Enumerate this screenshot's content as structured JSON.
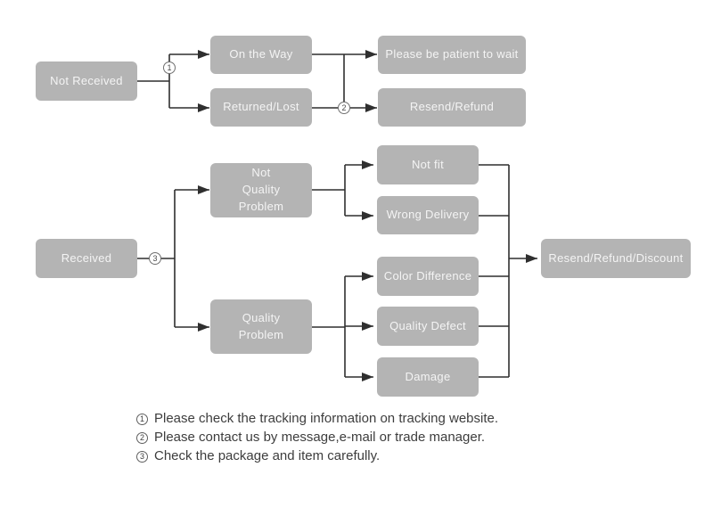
{
  "diagram": {
    "nodes": {
      "not_received": {
        "label": "Not Received"
      },
      "on_the_way": {
        "label": "On the Way"
      },
      "returned_lost": {
        "label": "Returned/Lost"
      },
      "please_wait": {
        "label": "Please be patient to wait"
      },
      "resend_refund": {
        "label": "Resend/Refund"
      },
      "received": {
        "label": "Received"
      },
      "not_quality_problem": {
        "label": "Not Quality Problem"
      },
      "quality_problem": {
        "label": "Quality Problem"
      },
      "not_fit": {
        "label": "Not fit"
      },
      "wrong_delivery": {
        "label": "Wrong Delivery"
      },
      "color_difference": {
        "label": "Color Difference"
      },
      "quality_defect": {
        "label": "Quality Defect"
      },
      "damage": {
        "label": "Damage"
      },
      "resend_refund_discount": {
        "label": "Resend/Refund/Discount"
      }
    },
    "markers": [
      "1",
      "2",
      "3"
    ],
    "edges": [
      {
        "from": "not_received",
        "to": "on_the_way",
        "via": "1"
      },
      {
        "from": "not_received",
        "to": "returned_lost",
        "via": "1"
      },
      {
        "from": "on_the_way",
        "to": "please_wait"
      },
      {
        "from": "on_the_way",
        "to": "resend_refund",
        "via": "2"
      },
      {
        "from": "returned_lost",
        "to": "resend_refund",
        "via": "2"
      },
      {
        "from": "received",
        "to": "not_quality_problem",
        "via": "3"
      },
      {
        "from": "received",
        "to": "quality_problem",
        "via": "3"
      },
      {
        "from": "not_quality_problem",
        "to": "not_fit"
      },
      {
        "from": "not_quality_problem",
        "to": "wrong_delivery"
      },
      {
        "from": "quality_problem",
        "to": "color_difference"
      },
      {
        "from": "quality_problem",
        "to": "quality_defect"
      },
      {
        "from": "quality_problem",
        "to": "damage"
      },
      {
        "from": "not_fit",
        "to": "resend_refund_discount"
      },
      {
        "from": "wrong_delivery",
        "to": "resend_refund_discount"
      },
      {
        "from": "color_difference",
        "to": "resend_refund_discount"
      },
      {
        "from": "quality_defect",
        "to": "resend_refund_discount"
      },
      {
        "from": "damage",
        "to": "resend_refund_discount"
      }
    ],
    "notes": [
      {
        "num": "1",
        "text": "Please check the tracking information on tracking website."
      },
      {
        "num": "2",
        "text": "Please contact us by message,e-mail or trade manager."
      },
      {
        "num": "3",
        "text": "Check the package and item carefully."
      }
    ]
  },
  "colors": {
    "background": "#ffffff",
    "node_fill": "#b4b4b4",
    "node_text": "#f4f4f4",
    "connector_line": "#2f2f2f",
    "marker_border": "#6f6f6f",
    "note_text": "#3d3d3d"
  }
}
